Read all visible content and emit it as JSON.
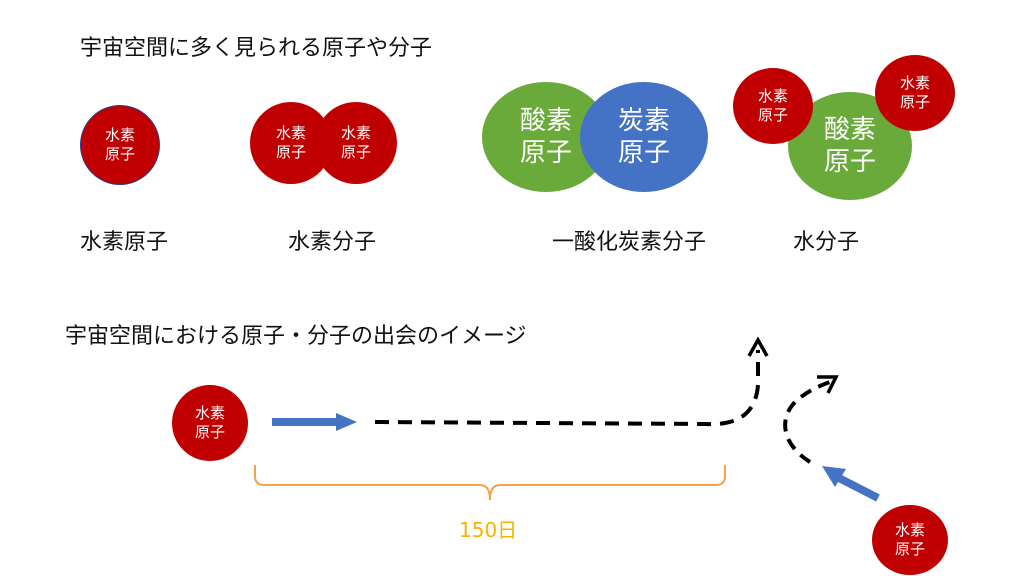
{
  "section1": {
    "title": "宇宙空間に多く見られる原子や分子",
    "molecules": [
      {
        "caption": "水素原子",
        "atoms": [
          {
            "label": "水素\n原子"
          }
        ]
      },
      {
        "caption": "水素分子",
        "atoms": [
          {
            "label": "水素\n原子"
          },
          {
            "label": "水素\n原子"
          }
        ]
      },
      {
        "caption": "一酸化炭素分子",
        "atoms": [
          {
            "label": "酸素\n原子"
          },
          {
            "label": "炭素\n原子"
          }
        ]
      },
      {
        "caption": "水分子",
        "atoms": [
          {
            "label": "水素\n原子"
          },
          {
            "label": "水素\n原子"
          },
          {
            "label": "酸素\n原子"
          }
        ]
      }
    ]
  },
  "section2": {
    "title": "宇宙空間における原子・分子の出会のイメージ",
    "atom_left": {
      "label": "水素\n原子"
    },
    "atom_right": {
      "label": "水素\n原子"
    },
    "interval_label": "150日"
  },
  "colors": {
    "hydrogen": "#c00000",
    "oxygen": "#6aaa3b",
    "carbon": "#4472c4",
    "arrow": "#4472c4",
    "bracket": "#f4a24a",
    "bracket_label": "#f5b400"
  }
}
